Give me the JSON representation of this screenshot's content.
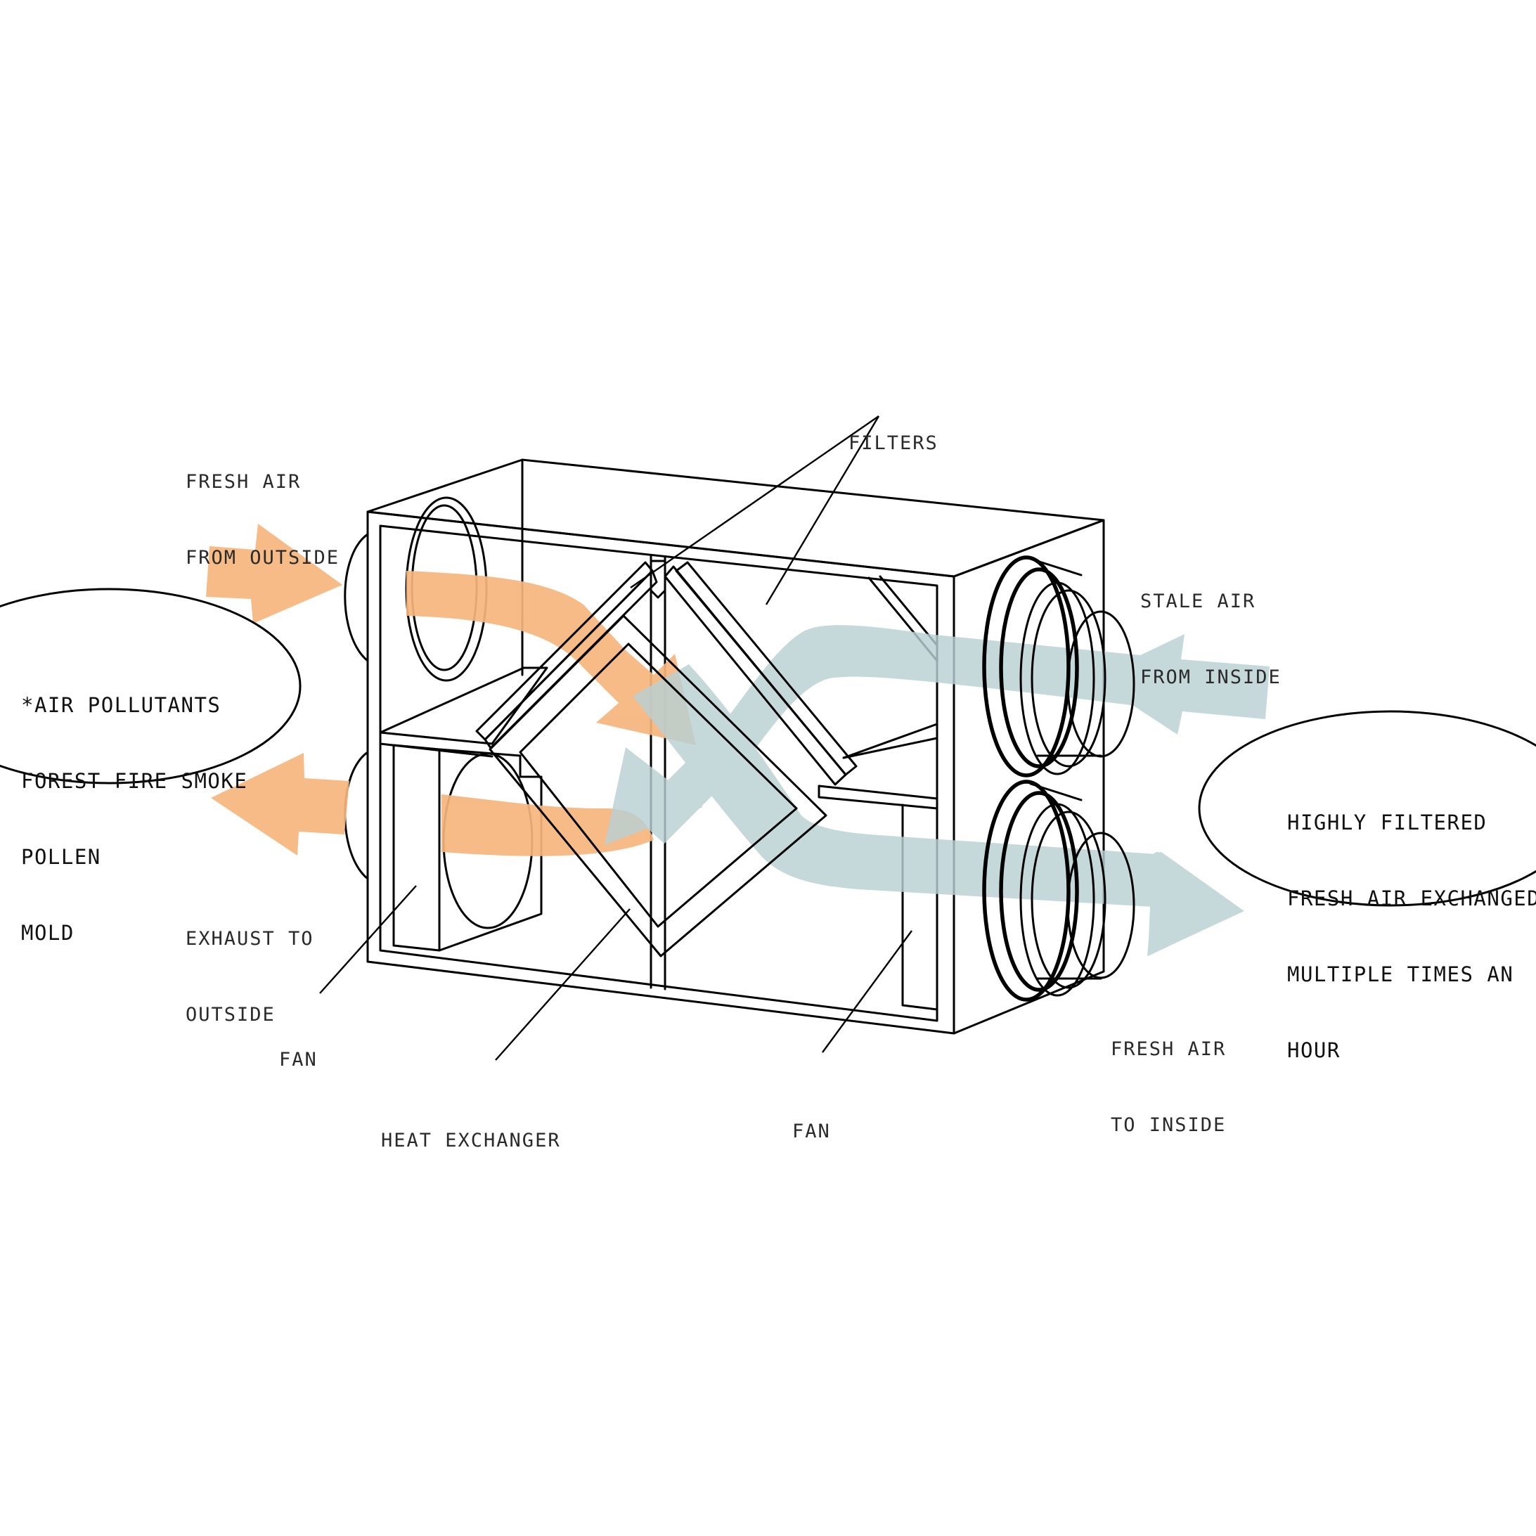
{
  "colors": {
    "exhaust_flow": "#f5b57c",
    "supply_flow": "#b9d0d3",
    "line": "#000000",
    "background": "#ffffff"
  },
  "labels": {
    "filters": "FILTERS",
    "fresh_air_from_outside": [
      "FRESH AIR",
      "FROM OUTSIDE"
    ],
    "stale_air_from_inside": [
      "STALE AIR",
      "FROM INSIDE"
    ],
    "exhaust_to_outside": [
      "EXHAUST TO",
      "OUTSIDE"
    ],
    "fresh_air_to_inside": [
      "FRESH AIR",
      "TO INSIDE"
    ],
    "fan_left": "FAN",
    "fan_right": "FAN",
    "heat_exchanger": "HEAT EXCHANGER"
  },
  "bubbles": {
    "pollutants": [
      "*AIR POLLUTANTS",
      "FOREST FIRE SMOKE",
      "POLLEN",
      "MOLD"
    ],
    "filtered_air": [
      "HIGHLY FILTERED",
      "FRESH AIR EXCHANGED",
      "MULTIPLE TIMES AN",
      "HOUR"
    ]
  }
}
